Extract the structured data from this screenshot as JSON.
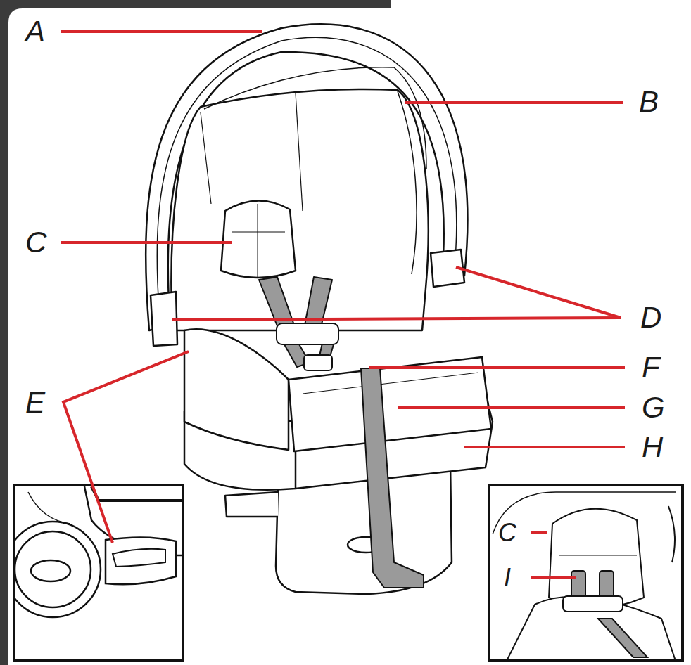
{
  "diagram": {
    "labels": [
      "A",
      "B",
      "C",
      "D",
      "E",
      "F",
      "G",
      "H",
      "C",
      "I"
    ]
  }
}
